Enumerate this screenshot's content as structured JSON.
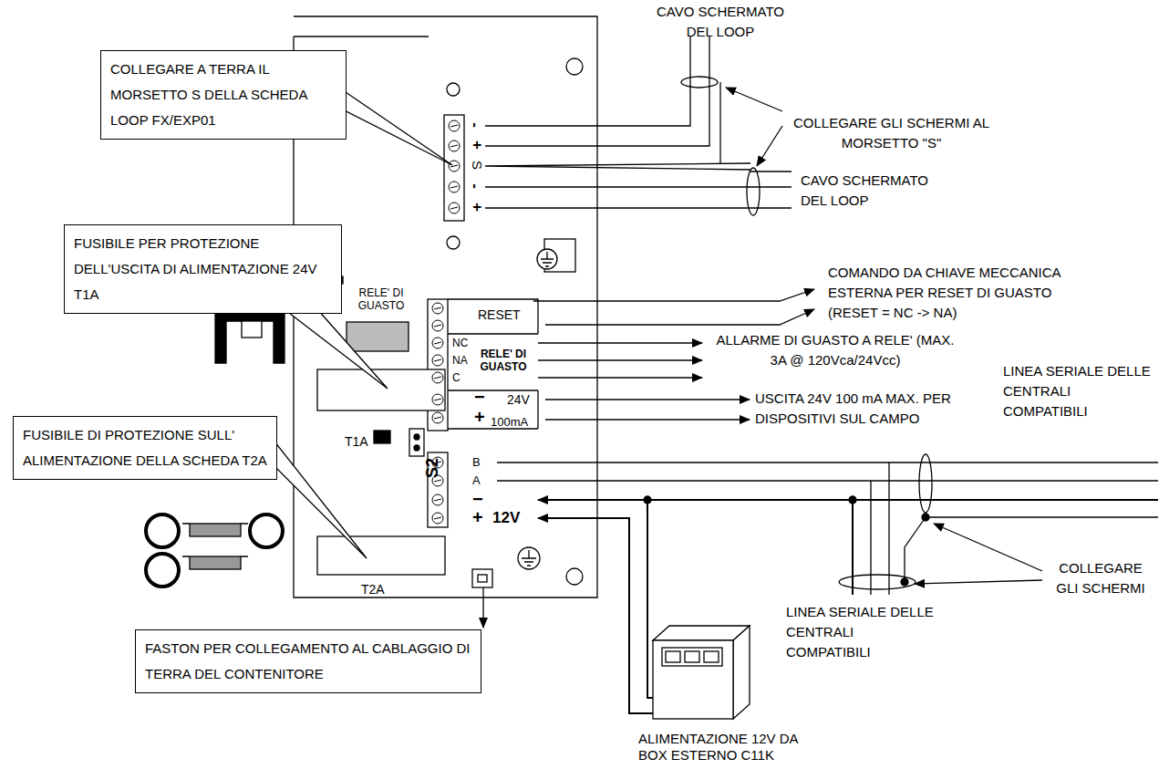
{
  "diagram": {
    "nodes": [
      {
        "text": [
          "COLLEGARE A TERRA IL MORSETTO S DELLA SCHEDA LOOP FX/EXP01"
        ]
      },
      {
        "text": [
          "FUSIBILE PER PROTEZIONE DELL'USCITA DI ALIMENTAZIONE 24V T1A"
        ]
      },
      {
        "text": [
          "FUSIBILE DI PROTEZIONE SULL' ALIMENTAZIONE DELLA SCHEDA T2A"
        ]
      },
      {
        "text": [
          "FASTON PER COLLEGAMENTO AL CABLAGGIO DI TERRA DEL CONTENITORE"
        ]
      },
      {
        "text": [
          "ALIMENTAZIONE 12V DA BOX ESTERNO C11K"
        ]
      }
    ],
    "labels": [
      "CAVO SCHERMATO DEL LOOP",
      "COLLEGARE GLI SCHERMI AL MORSETTO \"S\"",
      "-",
      "+",
      "S",
      "-",
      "+",
      "CAVO SCHERMATO DEL LOOP",
      "RELE' DI GUASTO",
      "RESET",
      "NC",
      "NA",
      "C",
      "RELE' DI GUASTO",
      "COMANDO DA CHIAVE MECCANICA ESTERNA PER RESET DI GUASTO (RESET = NC -> NA)",
      "ALLARME DI GUASTO A RELE' (MAX. 3A @ 120Vca/24Vcc)",
      "−",
      "24V",
      "+",
      "100mA",
      "USCITA 24V 100 mA MAX. PER DISPOSITIVI SUL CAMPO",
      "T1A",
      "S2",
      "B",
      "A",
      "−",
      "+",
      "12V",
      "LINEA SERIALE DELLE CENTRALI COMPATIBILI",
      "COLLEGARE GLI SCHERMI",
      "LINEA SERIALE DELLE CENTRALI COMPATIBILI",
      "T2A"
    ]
  }
}
